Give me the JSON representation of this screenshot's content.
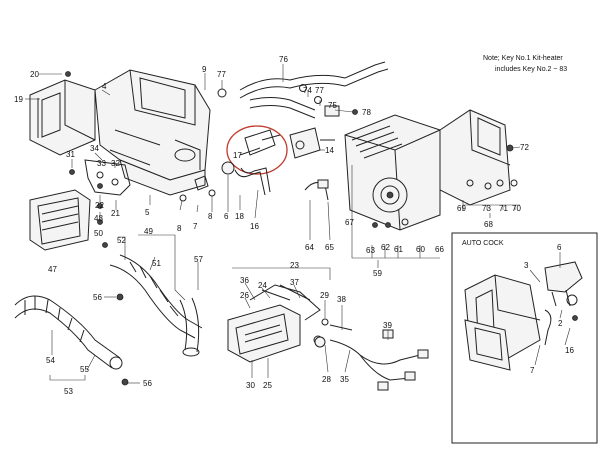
{
  "note": {
    "line1": "Note; Key No.1 Kit-heater",
    "line2": "includes Key No.2 ~ 83"
  },
  "inset_title": "AUTO COCK",
  "labels": {
    "n20": "20",
    "n19": "19",
    "n4": "4",
    "n9": "9",
    "n77a": "77",
    "n76": "76",
    "n74": "74",
    "n77b": "77",
    "n75": "75",
    "n78": "78",
    "n72": "72",
    "n31": "31",
    "n34": "34",
    "n32": "32",
    "n33": "33",
    "n17": "17",
    "n14": "14",
    "n22": "22",
    "n21": "21",
    "n5": "5",
    "n67": "67",
    "n69": "69",
    "n73": "73",
    "n71": "71",
    "n70": "70",
    "n68": "68",
    "n48": "48",
    "n50": "50",
    "n8a": "8",
    "n7": "7",
    "n8b": "8",
    "n6": "6",
    "n18": "18",
    "n16a": "16",
    "n64": "64",
    "n65": "65",
    "n63": "63",
    "n62": "62",
    "n61": "61",
    "n60": "60",
    "n66": "66",
    "n59": "59",
    "n47": "47",
    "n52": "52",
    "n49": "49",
    "n51": "51",
    "n57": "57",
    "n56a": "56",
    "n23": "23",
    "n36": "36",
    "n24": "24",
    "n37": "37",
    "n29": "29",
    "n38": "38",
    "n26": "26",
    "n39": "39",
    "n54": "54",
    "n55": "55",
    "n56b": "56",
    "n53": "53",
    "n30": "30",
    "n25": "25",
    "n28": "28",
    "n35": "35",
    "n6i": "6",
    "n3": "3",
    "n2": "2",
    "n16b": "16",
    "n7i": "7"
  },
  "colors": {
    "highlight": "#c0392b",
    "line": "#222222"
  }
}
